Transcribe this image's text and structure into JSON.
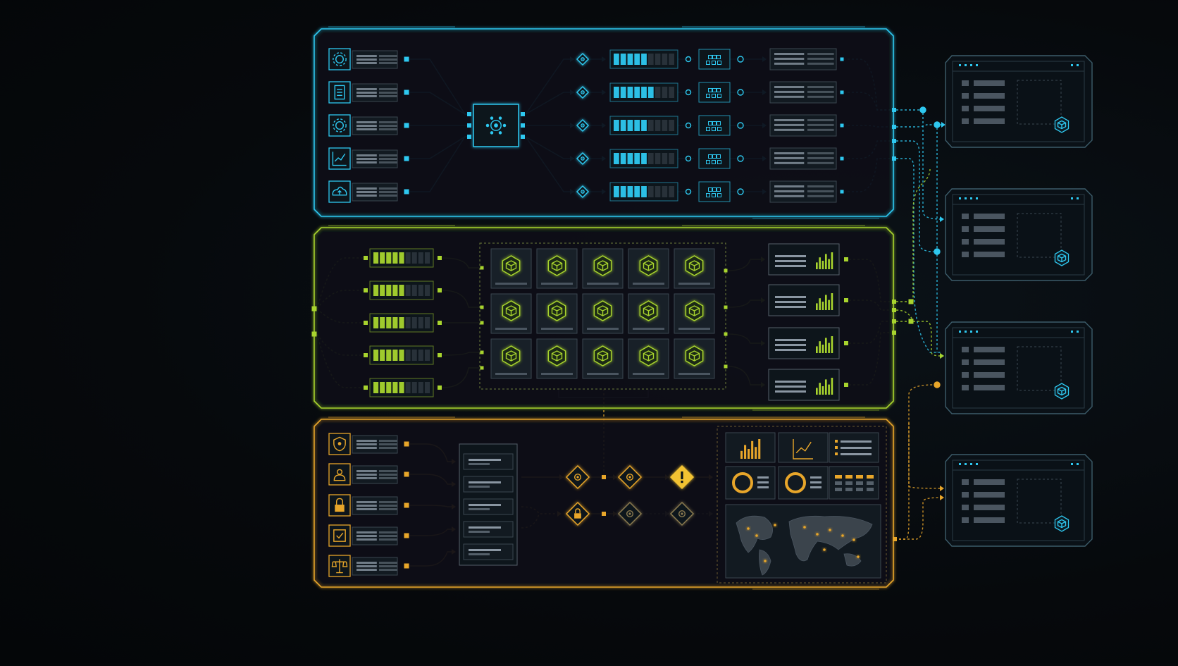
{
  "colors": {
    "background": "#05080b",
    "panel_fill": "#0a1117",
    "cyan": "#2ec8f0",
    "lime": "#a8d42e",
    "amber": "#e8a62a",
    "yellow_alert": "#f2c230",
    "bar_gray": "#4a5560",
    "tile_fill": "#182028"
  },
  "panels": [
    {
      "id": "ingest",
      "accent": "cyan",
      "sources": [
        {
          "icon": "gear-icon"
        },
        {
          "icon": "document-icon"
        },
        {
          "icon": "gear-icon"
        },
        {
          "icon": "line-chart-icon"
        },
        {
          "icon": "cloud-upload-icon"
        }
      ],
      "hub_icon": "network-cluster-icon",
      "lanes": [
        {
          "bar_level": 0.6
        },
        {
          "bar_level": 0.7
        },
        {
          "bar_level": 0.6
        },
        {
          "bar_level": 0.6
        },
        {
          "bar_level": 0.6
        }
      ]
    },
    {
      "id": "compute",
      "accent": "lime",
      "inputs": [
        {
          "bar_level": 0.6
        },
        {
          "bar_level": 0.6
        },
        {
          "bar_level": 0.6
        },
        {
          "bar_level": 0.6
        },
        {
          "bar_level": 0.6
        }
      ],
      "grid": {
        "rows": 3,
        "cols": 5,
        "tile_icon": "cube-icon"
      },
      "outputs": [
        {
          "icon": "bar-chart-icon"
        },
        {
          "icon": "bar-chart-icon"
        },
        {
          "icon": "bar-chart-icon"
        },
        {
          "icon": "bar-chart-icon"
        }
      ]
    },
    {
      "id": "governance",
      "accent": "amber",
      "sources": [
        {
          "icon": "shield-icon"
        },
        {
          "icon": "user-badge-icon"
        },
        {
          "icon": "lock-icon"
        },
        {
          "icon": "checklist-icon"
        },
        {
          "icon": "scales-icon"
        }
      ],
      "decisions_top": [
        {
          "icon": "approval-icon",
          "active": true
        },
        {
          "icon": "network-icon",
          "active": true
        },
        {
          "icon": "alert-icon",
          "active": true
        }
      ],
      "decisions_bottom": [
        {
          "icon": "lock-icon",
          "active": true
        },
        {
          "icon": "network-icon",
          "active": false
        },
        {
          "icon": "bitcoin-icon",
          "active": false
        }
      ],
      "dashboard": {
        "widgets_top": [
          "bar-chart-icon",
          "line-chart-icon",
          "list-icon"
        ],
        "widgets_mid": [
          "donut-chart-icon",
          "donut-chart-icon",
          "column-list-icon"
        ],
        "map_icon": "world-map-icon"
      }
    }
  ],
  "consumers": [
    {
      "icon": "cube-icon"
    },
    {
      "icon": "cube-icon"
    },
    {
      "icon": "cube-icon"
    },
    {
      "icon": "cube-icon"
    }
  ]
}
